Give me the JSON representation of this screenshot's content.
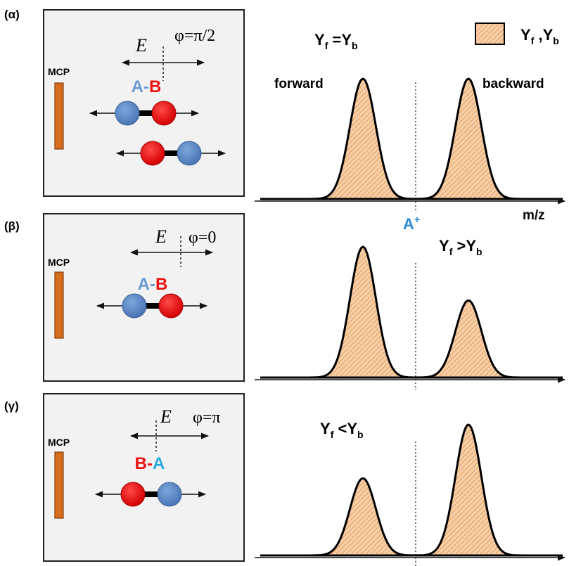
{
  "panels": [
    {
      "label": "(α)",
      "mcp": "MCP",
      "field": "E",
      "phase": "φ=π/2",
      "molecule_top": {
        "left": "A",
        "dash": "-",
        "right": "B"
      },
      "relation": {
        "a": "Y",
        "a_sub": "f",
        "op": " =",
        "b": "Y",
        "b_sub": "b"
      },
      "peaks": {
        "forward": 1.0,
        "backward": 1.0
      }
    },
    {
      "label": "(β)",
      "mcp": "MCP",
      "field": "E",
      "phase": "φ=0",
      "molecule_top": {
        "left": "A",
        "dash": "-",
        "right": "B"
      },
      "relation": {
        "a": "Y",
        "a_sub": "f",
        "op": " >",
        "b": "Y",
        "b_sub": "b"
      },
      "peaks": {
        "forward": 1.0,
        "backward": 0.59
      }
    },
    {
      "label": "(γ)",
      "mcp": "MCP",
      "field": "E",
      "phase": "φ=π",
      "molecule_top": {
        "left": "B",
        "dash": "-",
        "right": "A"
      },
      "relation": {
        "a": "Y",
        "a_sub": "f",
        "op": " <",
        "b": "Y",
        "b_sub": "b"
      },
      "peaks": {
        "forward": 0.59,
        "backward": 1.0
      }
    }
  ],
  "legend": {
    "a": "Y",
    "a_sub": "f",
    "sep": " ,",
    "b": "Y",
    "b_sub": "b"
  },
  "labels": {
    "forward": "forward",
    "backward": "backward",
    "ion": "A",
    "ion_charge": "+",
    "axis": "m/z"
  },
  "colors": {
    "atom_a": "#5b86c5",
    "atom_b": "#ee1111",
    "label_a": "#6a9ad6",
    "label_a_cyan": "#29a8e0",
    "label_b": "#ee1111",
    "peak_fill": "#f7cfa6",
    "peak_hatch": "#d98a4a",
    "mcp": "#d46d1e",
    "ion": "#2a8ad6"
  }
}
